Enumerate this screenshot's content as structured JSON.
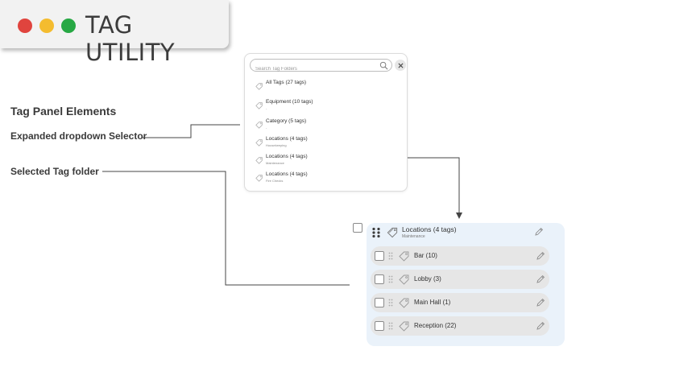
{
  "app": {
    "title": "TAG UTILITY",
    "window_controls": [
      {
        "name": "close",
        "color": "#e0443e"
      },
      {
        "name": "minimize",
        "color": "#f4bc2f"
      },
      {
        "name": "maximize",
        "color": "#27a844"
      }
    ]
  },
  "annotations": {
    "heading": "Tag Panel Elements",
    "dropdown_label": "Expanded dropdown Selector",
    "selected_label": "Selected Tag folder"
  },
  "dropdown": {
    "search_placeholder": "Search Tag Folders",
    "search_icon": "search-icon",
    "close_icon": "close-icon",
    "items": [
      {
        "name": "All Tags (27 tags)",
        "sub": ""
      },
      {
        "name": "Equipment (10 tags)",
        "sub": "-"
      },
      {
        "name": "Category (5 tags)",
        "sub": "-"
      },
      {
        "name": "Locations (4 tags)",
        "sub": "Housekeeping"
      },
      {
        "name": "Locations (4 tags)",
        "sub": "Maintenance"
      },
      {
        "name": "Locations (4 tags)",
        "sub": "Fire Checks"
      }
    ]
  },
  "selected_folder": {
    "title": "Locations (4 tags)",
    "subtitle": "Maintenance",
    "background": "#eaf2fa",
    "tags": [
      {
        "label": "Bar (10)"
      },
      {
        "label": "Lobby (3)"
      },
      {
        "label": "Main Hall (1)"
      },
      {
        "label": "Reception (22)"
      }
    ]
  }
}
